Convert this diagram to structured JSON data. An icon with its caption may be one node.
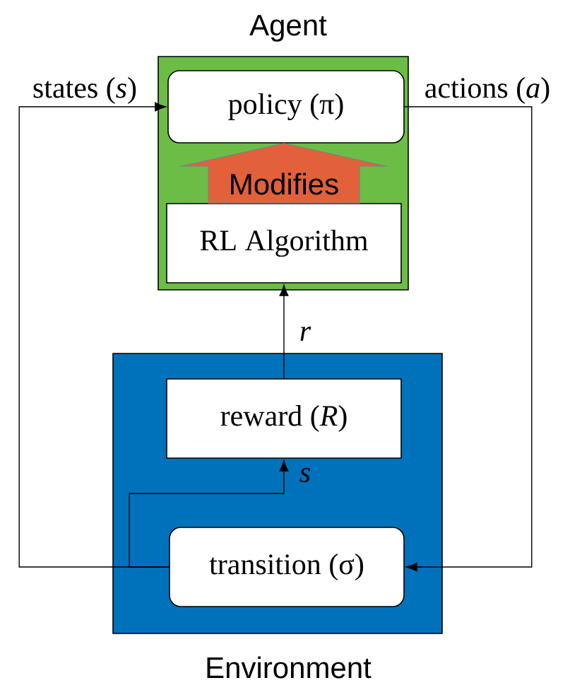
{
  "diagram": {
    "nodes": [
      {
        "text": [
          "Agent"
        ]
      },
      {
        "text": [
          "policy (π)"
        ],
        "in": 0
      },
      {
        "text": [
          "RL Algorithm"
        ],
        "in": 0
      },
      {
        "text": [
          "Environment"
        ]
      },
      {
        "text": [
          "reward (*R*)"
        ],
        "in": 3
      },
      {
        "text": [
          "transition (σ)"
        ],
        "in": 3
      }
    ],
    "edges": [
      {
        "from": 5,
        "to": 1,
        "arrow": "to",
        "label": "states (*s*)"
      },
      {
        "from": 1,
        "to": 5,
        "arrow": "to",
        "label": "actions (*a*)"
      },
      {
        "from": 4,
        "to": 2,
        "arrow": "to",
        "label": "r"
      },
      {
        "from": 5,
        "to": 4,
        "arrow": "to",
        "label": "s"
      },
      {
        "from": 2,
        "to": 1,
        "arrow": "to",
        "label": "Modifies",
        "style": "thick",
        "color": "#e2613a"
      }
    ]
  }
}
